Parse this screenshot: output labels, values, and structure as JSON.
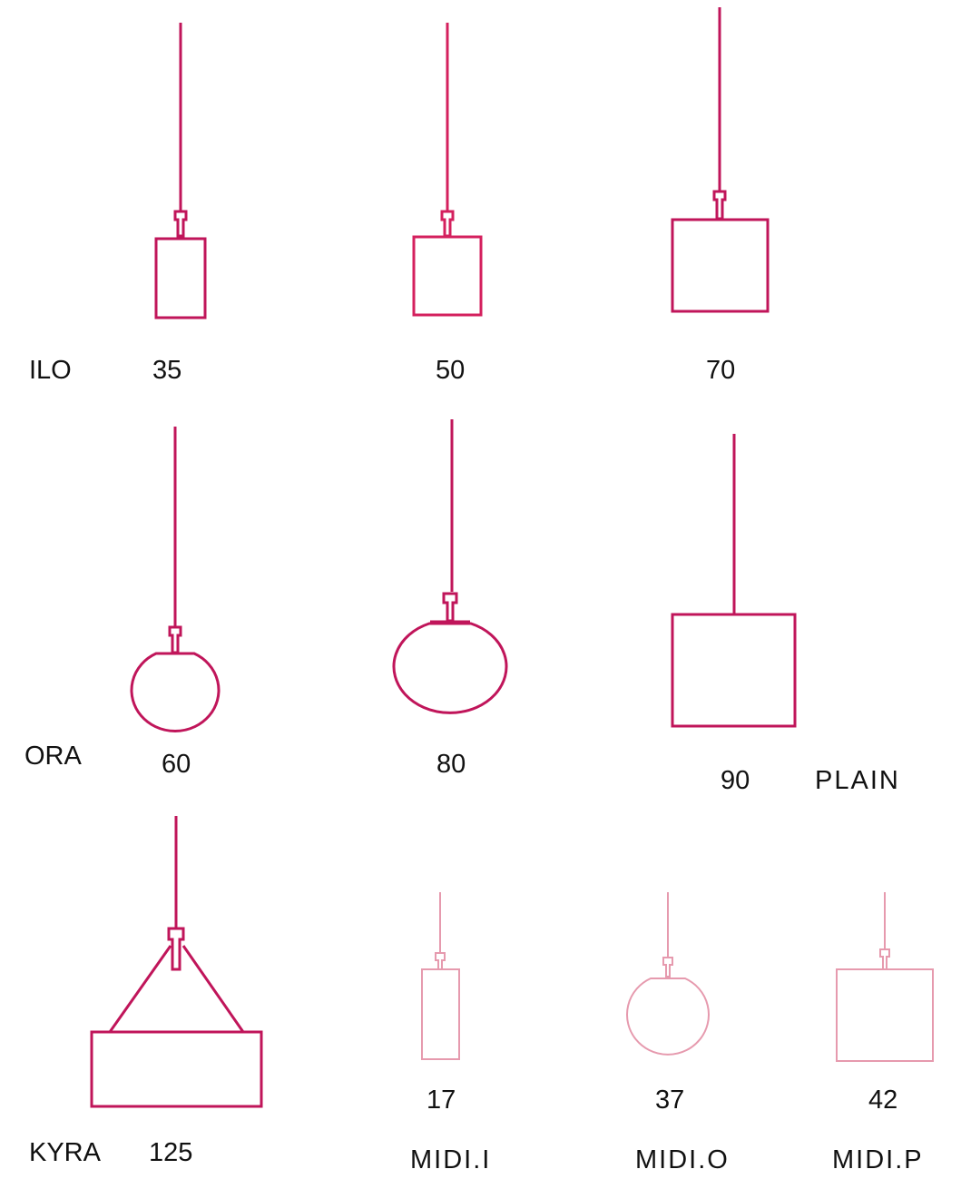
{
  "colors": {
    "primary": "#c0155a",
    "bright": "#d4205e",
    "light": "#e69aae",
    "text": "#111111"
  },
  "families": {
    "ilo": "ILO",
    "ora": "ORA",
    "plain": "PLAIN",
    "kyra": "KYRA",
    "midi_i": "MIDI.I",
    "midi_o": "MIDI.O",
    "midi_p": "MIDI.P"
  },
  "sizes": {
    "ilo_35": "35",
    "ilo_50": "50",
    "ilo_70": "70",
    "ora_60": "60",
    "ora_80": "80",
    "plain_90": "90",
    "kyra_125": "125",
    "midi_i_17": "17",
    "midi_o_37": "37",
    "midi_p_42": "42"
  },
  "lamps": [
    {
      "id": "ilo-35",
      "shape": "rect-shade",
      "tone": "primary"
    },
    {
      "id": "ilo-50",
      "shape": "rect-shade",
      "tone": "bright"
    },
    {
      "id": "ilo-70",
      "shape": "rect-shade",
      "tone": "primary"
    },
    {
      "id": "ora-60",
      "shape": "globe-shade",
      "tone": "primary"
    },
    {
      "id": "ora-80",
      "shape": "globe-shade",
      "tone": "primary"
    },
    {
      "id": "plain-90",
      "shape": "box-shade",
      "tone": "primary"
    },
    {
      "id": "kyra-125",
      "shape": "hanger-shade",
      "tone": "primary"
    },
    {
      "id": "midi-i-17",
      "shape": "rect-shade",
      "tone": "light"
    },
    {
      "id": "midi-o-37",
      "shape": "globe-shade",
      "tone": "light"
    },
    {
      "id": "midi-p-42",
      "shape": "rect-shade",
      "tone": "light"
    }
  ]
}
